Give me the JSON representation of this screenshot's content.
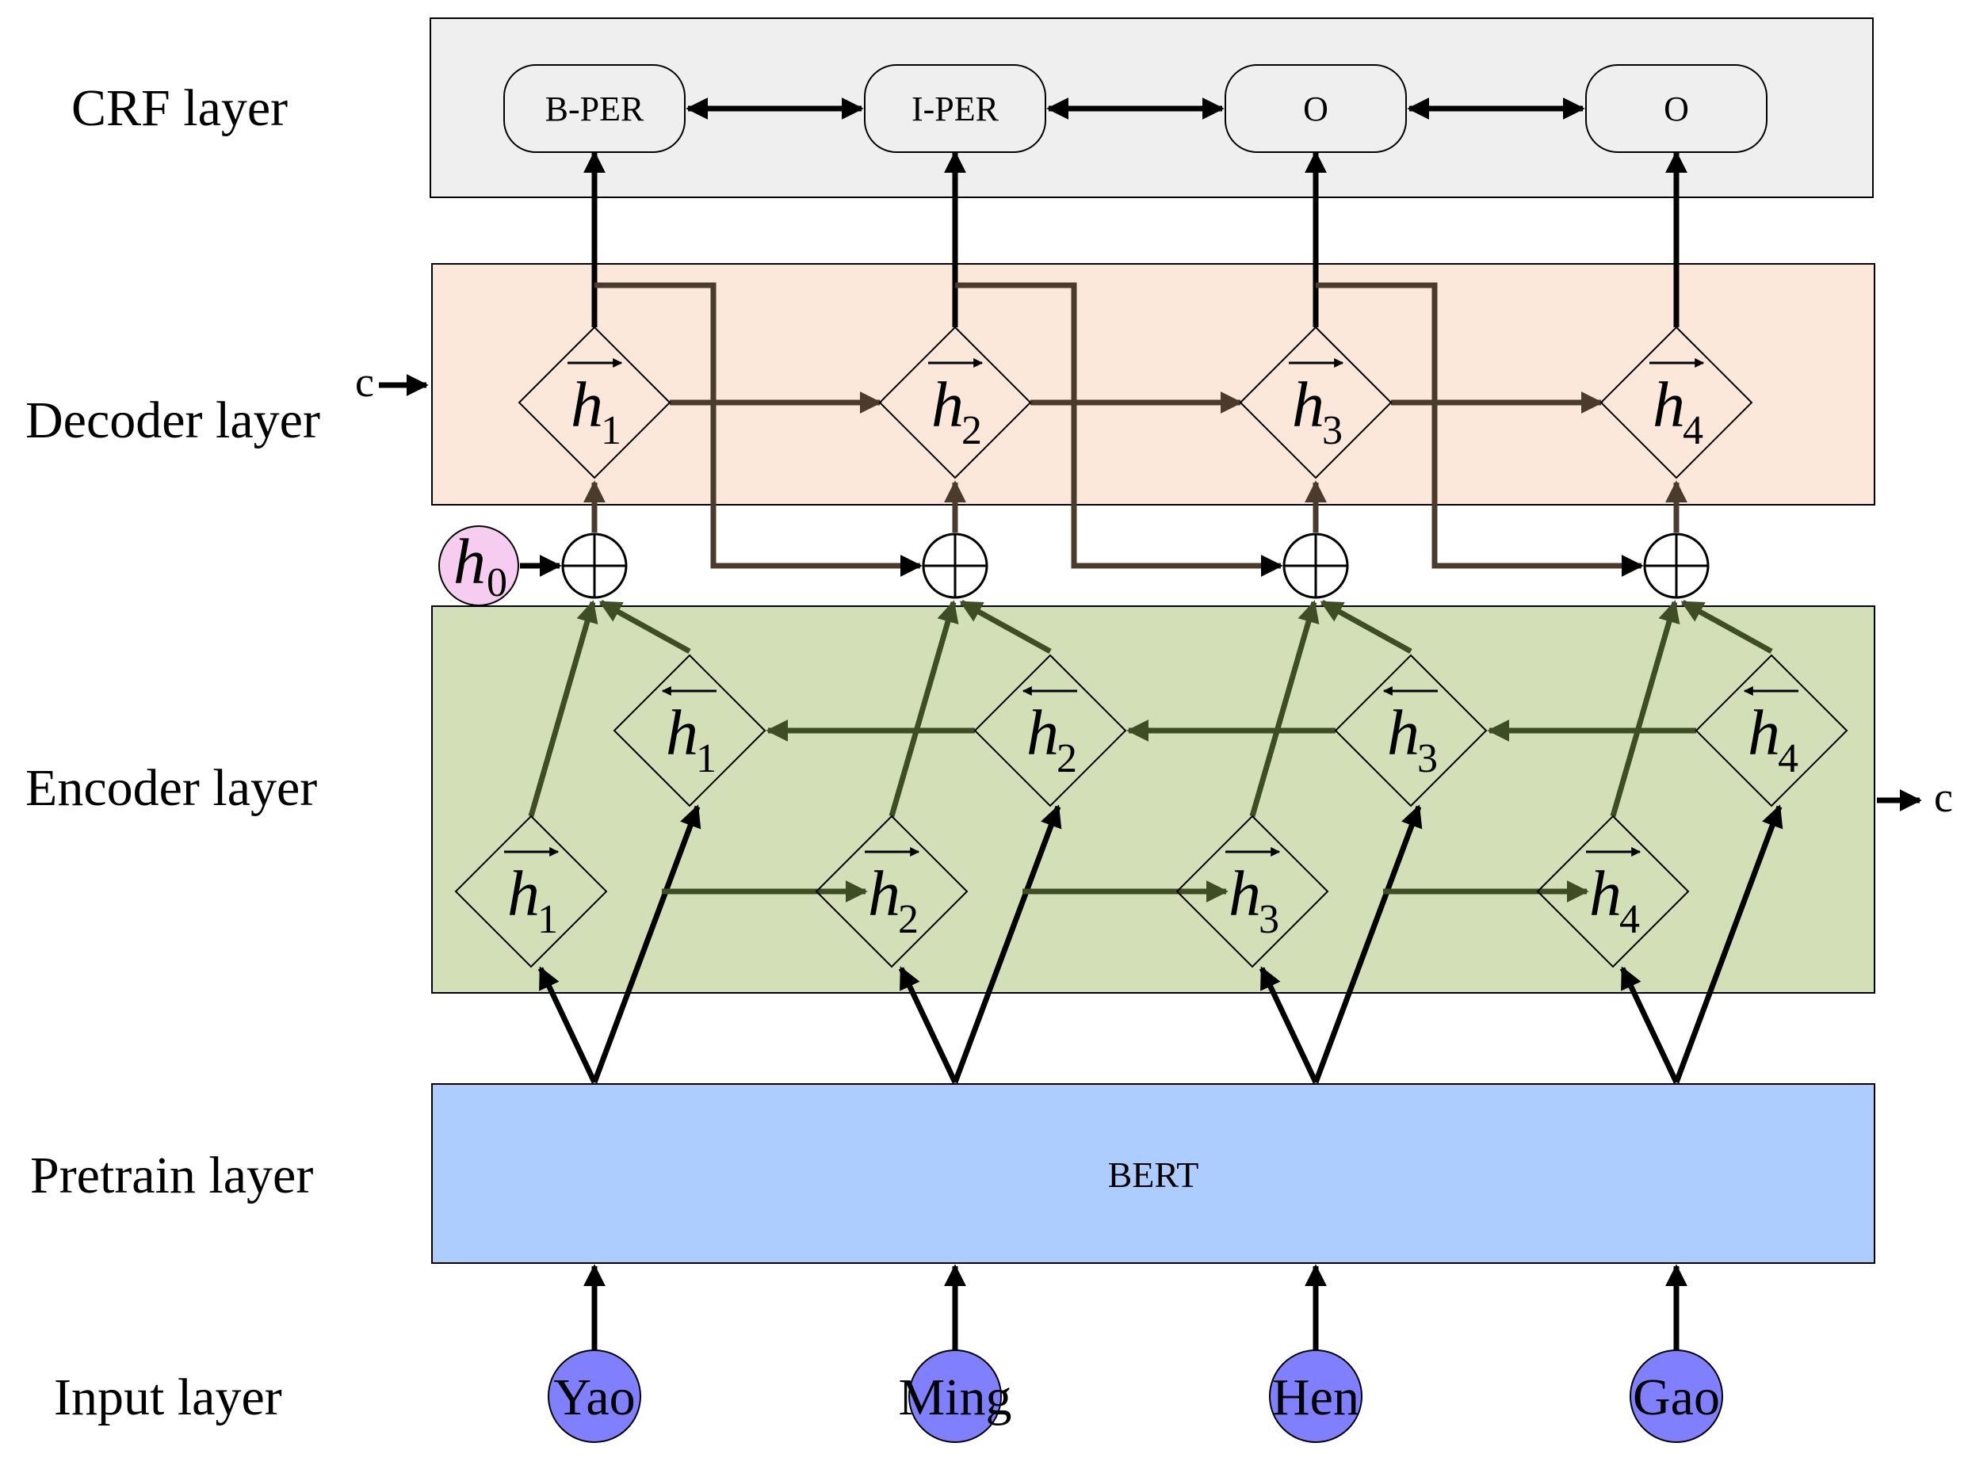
{
  "layers": {
    "crf": "CRF layer",
    "decoder": "Decoder layer",
    "encoder": "Encoder layer",
    "pretrain": "Pretrain layer",
    "input": "Input layer"
  },
  "crf_tags": [
    "B-PER",
    "I-PER",
    "O",
    "O"
  ],
  "bert_label": "BERT",
  "input_words": [
    "Yao",
    "Ming",
    "Hen",
    "Gao"
  ],
  "hidden_symbol": "h",
  "indices": [
    "1",
    "2",
    "3",
    "4"
  ],
  "h0_index": "0",
  "context_label": "c",
  "colors": {
    "crf_bg": "#efefef",
    "decoder_bg": "#fbe8da",
    "encoder_bg": "#d3e0b7",
    "bert_bg": "#adccff",
    "input_node": "#8080ff",
    "h0_node": "#f6cdf1",
    "encoder_line": "#3e4d24",
    "decoder_line": "#4b3b2c"
  }
}
